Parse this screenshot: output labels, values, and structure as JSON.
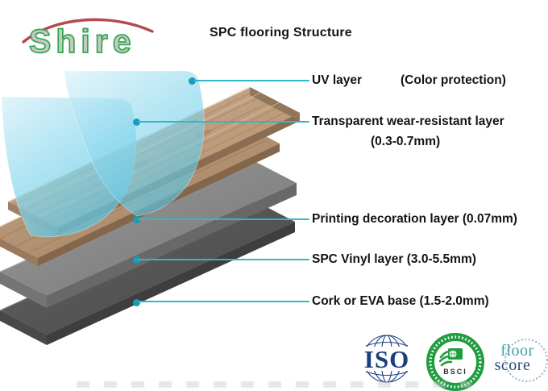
{
  "brand": {
    "name": "Shire"
  },
  "title": "SPC flooring Structure",
  "layers": [
    {
      "label": "UV layer",
      "note": "(Color protection)"
    },
    {
      "label": "Transparent wear-resistant layer",
      "note": "(0.3-0.7mm)"
    },
    {
      "label": "Printing decoration layer (0.07mm)",
      "note": ""
    },
    {
      "label": "SPC Vinyl layer (3.0-5.5mm)",
      "note": ""
    },
    {
      "label": "Cork or EVA base (1.5-2.0mm)",
      "note": ""
    }
  ],
  "badges": {
    "iso": "ISO",
    "bsci": "BSCI",
    "floorscore_line1": "floor",
    "floorscore_line2": "score"
  },
  "colors": {
    "connector_line": "#2fb7ca",
    "connector_dot": "#169dbb",
    "logo_fill": "#c9c9c1",
    "logo_outline_green": "#2fa84f",
    "logo_arc_red": "#b5494f",
    "label_text": "#141414",
    "lens_blue": "#7dd4ec",
    "wood_tan": "#c3a284",
    "spc_core_gray": "#8a8a8a",
    "base_dark_gray": "#555555",
    "iso_navy": "#1c3e7d",
    "bsci_green": "#1f9d3f",
    "floorscore_teal": "#3f9faa",
    "floorscore_navy": "#274a75"
  }
}
